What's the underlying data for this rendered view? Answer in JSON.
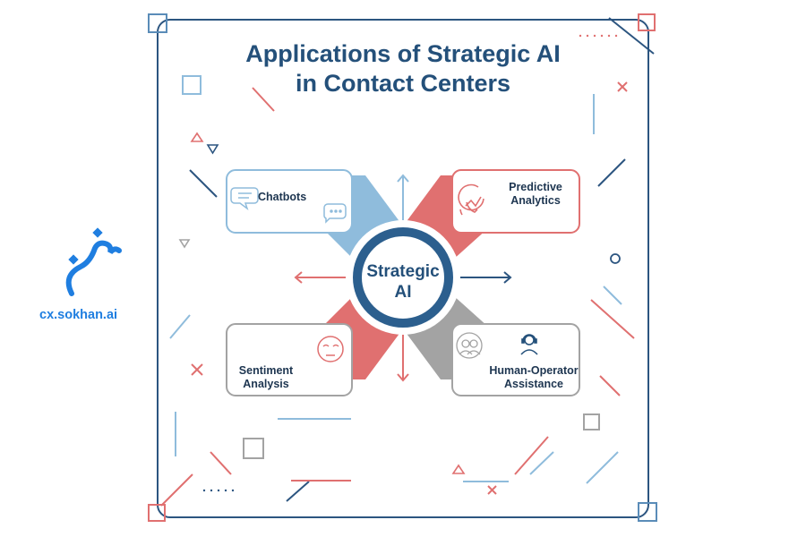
{
  "title": {
    "line1": "Applications of Strategic AI",
    "line2": "in Contact Centers"
  },
  "center": {
    "line1": "Strategic",
    "line2": "AI"
  },
  "nodes": {
    "chatbots": {
      "label": "Chatbots",
      "icon": "chat-bubble-icon"
    },
    "predictive": {
      "line1": "Predictive",
      "line2": "Analytics",
      "icon": "phone-trend-icon"
    },
    "sentiment": {
      "line1": "Sentiment",
      "line2": "Analysis",
      "icon": "face-icon"
    },
    "human": {
      "line1": "Human-Operator",
      "line2": "Assistance",
      "icon": "headset-operator-icon"
    }
  },
  "logo": {
    "mark_text": "سخن",
    "url": "cx.sokhan.ai"
  },
  "colors": {
    "dark_blue": "#24507a",
    "light_blue": "#8fbcdc",
    "red": "#e07070",
    "gray": "#a3a3a3",
    "logo_blue": "#1f7ee0"
  }
}
